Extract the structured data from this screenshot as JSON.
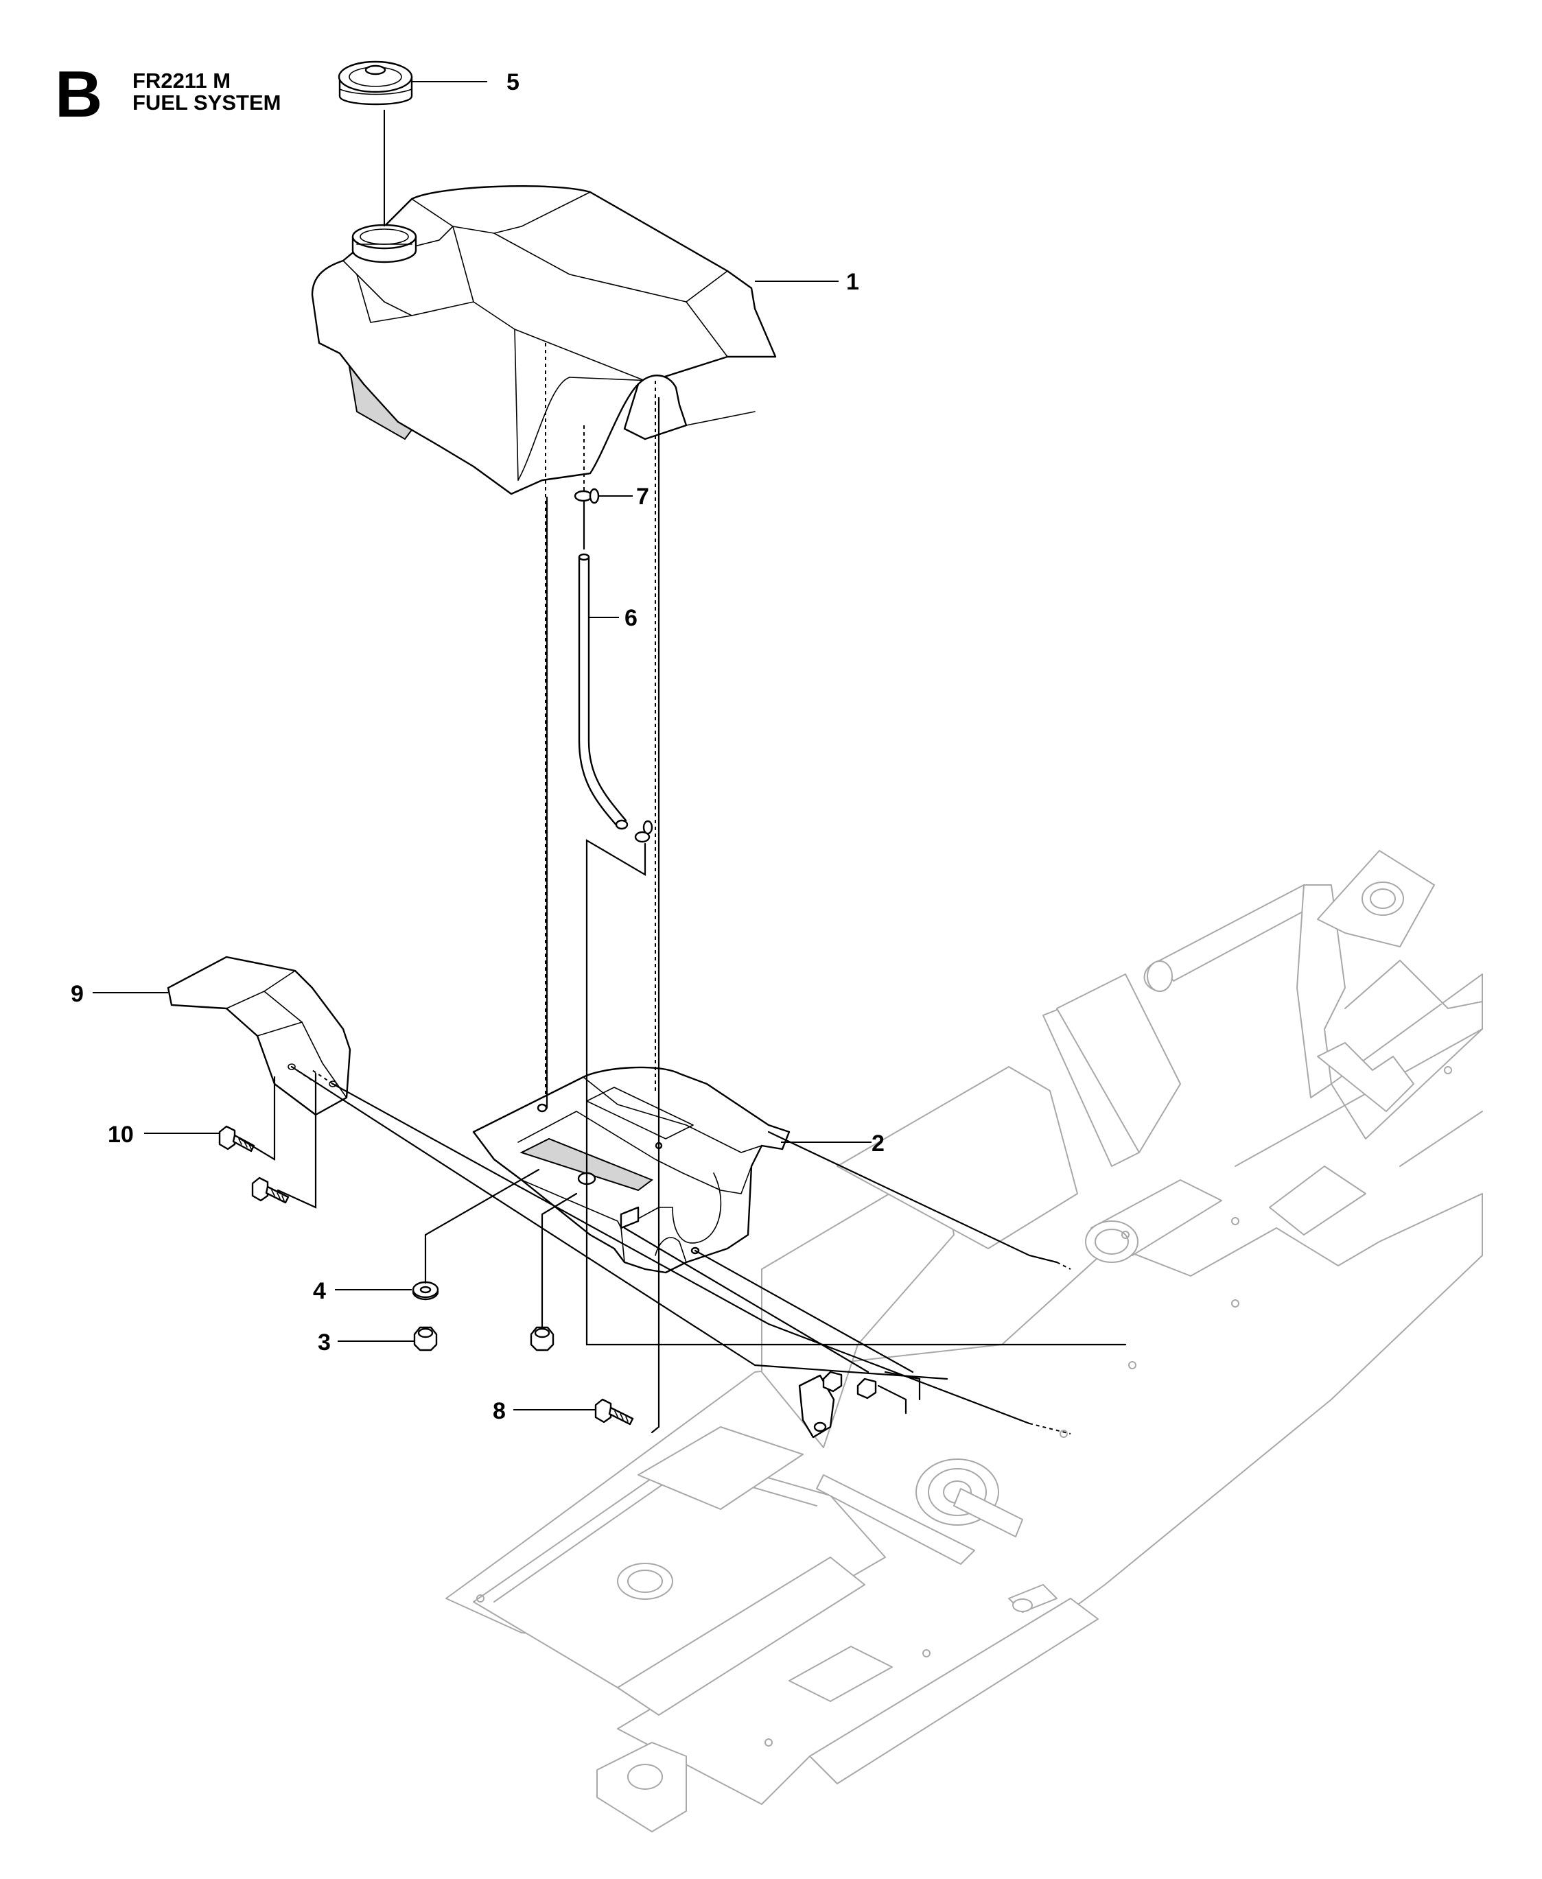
{
  "header": {
    "section_letter": "B",
    "model": "FR2211 M",
    "title": "FUEL SYSTEM"
  },
  "callouts": {
    "c1": "1",
    "c2": "2",
    "c3": "3",
    "c4": "4",
    "c5": "5",
    "c6": "6",
    "c7": "7",
    "c8": "8",
    "c9": "9",
    "c10": "10"
  },
  "colors": {
    "line": "#000000",
    "frame_line": "#a8a8a8",
    "shading": "#d4d4d4",
    "background": "#ffffff"
  }
}
